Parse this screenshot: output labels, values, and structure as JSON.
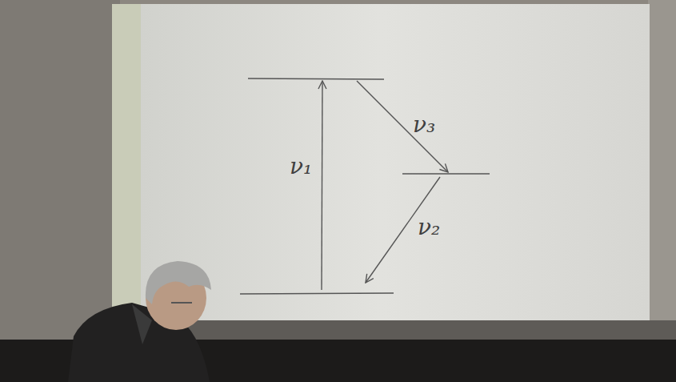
{
  "diagram": {
    "labels": [
      "ν₁",
      "ν₃",
      "ν₂"
    ]
  }
}
